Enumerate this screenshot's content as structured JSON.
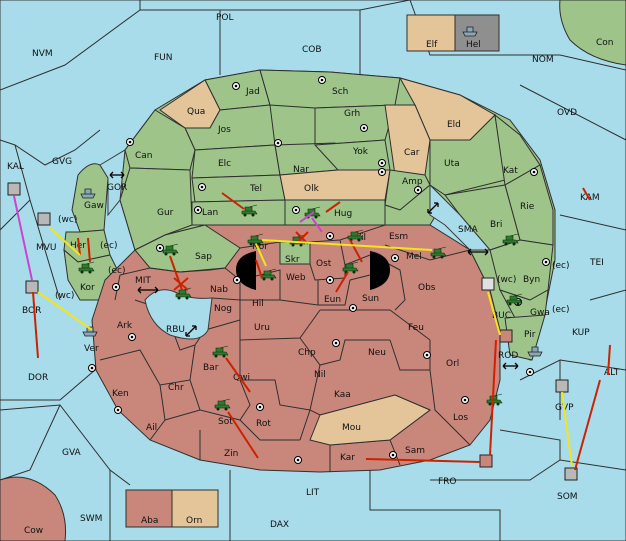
{
  "seas": {
    "pol": "POL",
    "nvm": "NVM",
    "fun": "FUN",
    "cob": "COB",
    "nom": "NOM",
    "ovd": "OVD",
    "kam": "KAM",
    "tei": "TEI",
    "kup": "KUP",
    "alt": "ALT",
    "gvg": "GVG",
    "kal": "KAL",
    "gor": "GOR",
    "mvu": "MVU",
    "mit": "MIT",
    "rbu": "RBU",
    "bor": "BOR",
    "dor": "DOR",
    "gva": "GVA",
    "swm": "SWM",
    "lit": "LIT",
    "dax": "DAX",
    "fro": "FRO",
    "som": "SOM",
    "gvp": "GVP",
    "buc": "BUC",
    "rod": "ROD",
    "sma": "SMA"
  },
  "green_lands": {
    "jad": "Jad",
    "sch": "Sch",
    "qua": "Qua",
    "jos": "Jos",
    "grh": "Grh",
    "eld": "Eld",
    "can": "Can",
    "elc": "Elc",
    "nar": "Nar",
    "yok": "Yok",
    "car": "Car",
    "uta": "Uta",
    "kat": "Kat",
    "tel": "Tel",
    "olk": "Olk",
    "amp": "Amp",
    "gur": "Gur",
    "lan": "Lan",
    "hug": "Hug",
    "rie": "Rie",
    "bri": "Bri",
    "gaw": "Gaw",
    "her": "Her",
    "kor": "Kor",
    "esm": "Esm",
    "sap": "Sap",
    "byn": "Byn",
    "gwa": "Gwa",
    "pir": "Pir",
    "skr": "Skr",
    "con": "Con"
  },
  "red_lands": {
    "nor": "Nor",
    "vil": "Vil",
    "mel": "Mel",
    "ost": "Ost",
    "web": "Web",
    "nab": "Nab",
    "eun": "Eun",
    "sun": "Sun",
    "obs": "Obs",
    "hil": "Hil",
    "nog": "Nog",
    "ark": "Ark",
    "uru": "Uru",
    "feu": "Feu",
    "ver": "Ver",
    "chp": "Chp",
    "neu": "Neu",
    "orl": "Orl",
    "bar": "Bar",
    "qwi": "Qwi",
    "nil": "Nil",
    "ken": "Ken",
    "chr": "Chr",
    "kaa": "Kaa",
    "los": "Los",
    "sot": "Sot",
    "rot": "Rot",
    "ail": "Ail",
    "mou": "Mou",
    "zin": "Zin",
    "kar": "Kar",
    "sam": "Sam",
    "cow": "Cow",
    "aba": "Aba"
  },
  "tan_lands": {
    "elf": "Elf",
    "orn": "Orn"
  },
  "labels": {
    "hel": "Hel",
    "wc_mvu": "(wc)",
    "ec_her": "(ec)",
    "ec_kor": "(ec)",
    "wc_kor": "(wc)",
    "wc_byn": "(wc)",
    "ec_byn": "(ec)",
    "ec_gwa": "(ec)"
  },
  "colors": {
    "sea": "#a8dcea",
    "green_power": "#9ec48a",
    "red_power": "#c9877c",
    "neutral": "#e4c59a",
    "army": "#2f7a2f",
    "fleet": "#8aa7b5",
    "move_order": "#cc2200",
    "support_order": "#f2e51a",
    "convoy_order": "#cc44cc"
  }
}
